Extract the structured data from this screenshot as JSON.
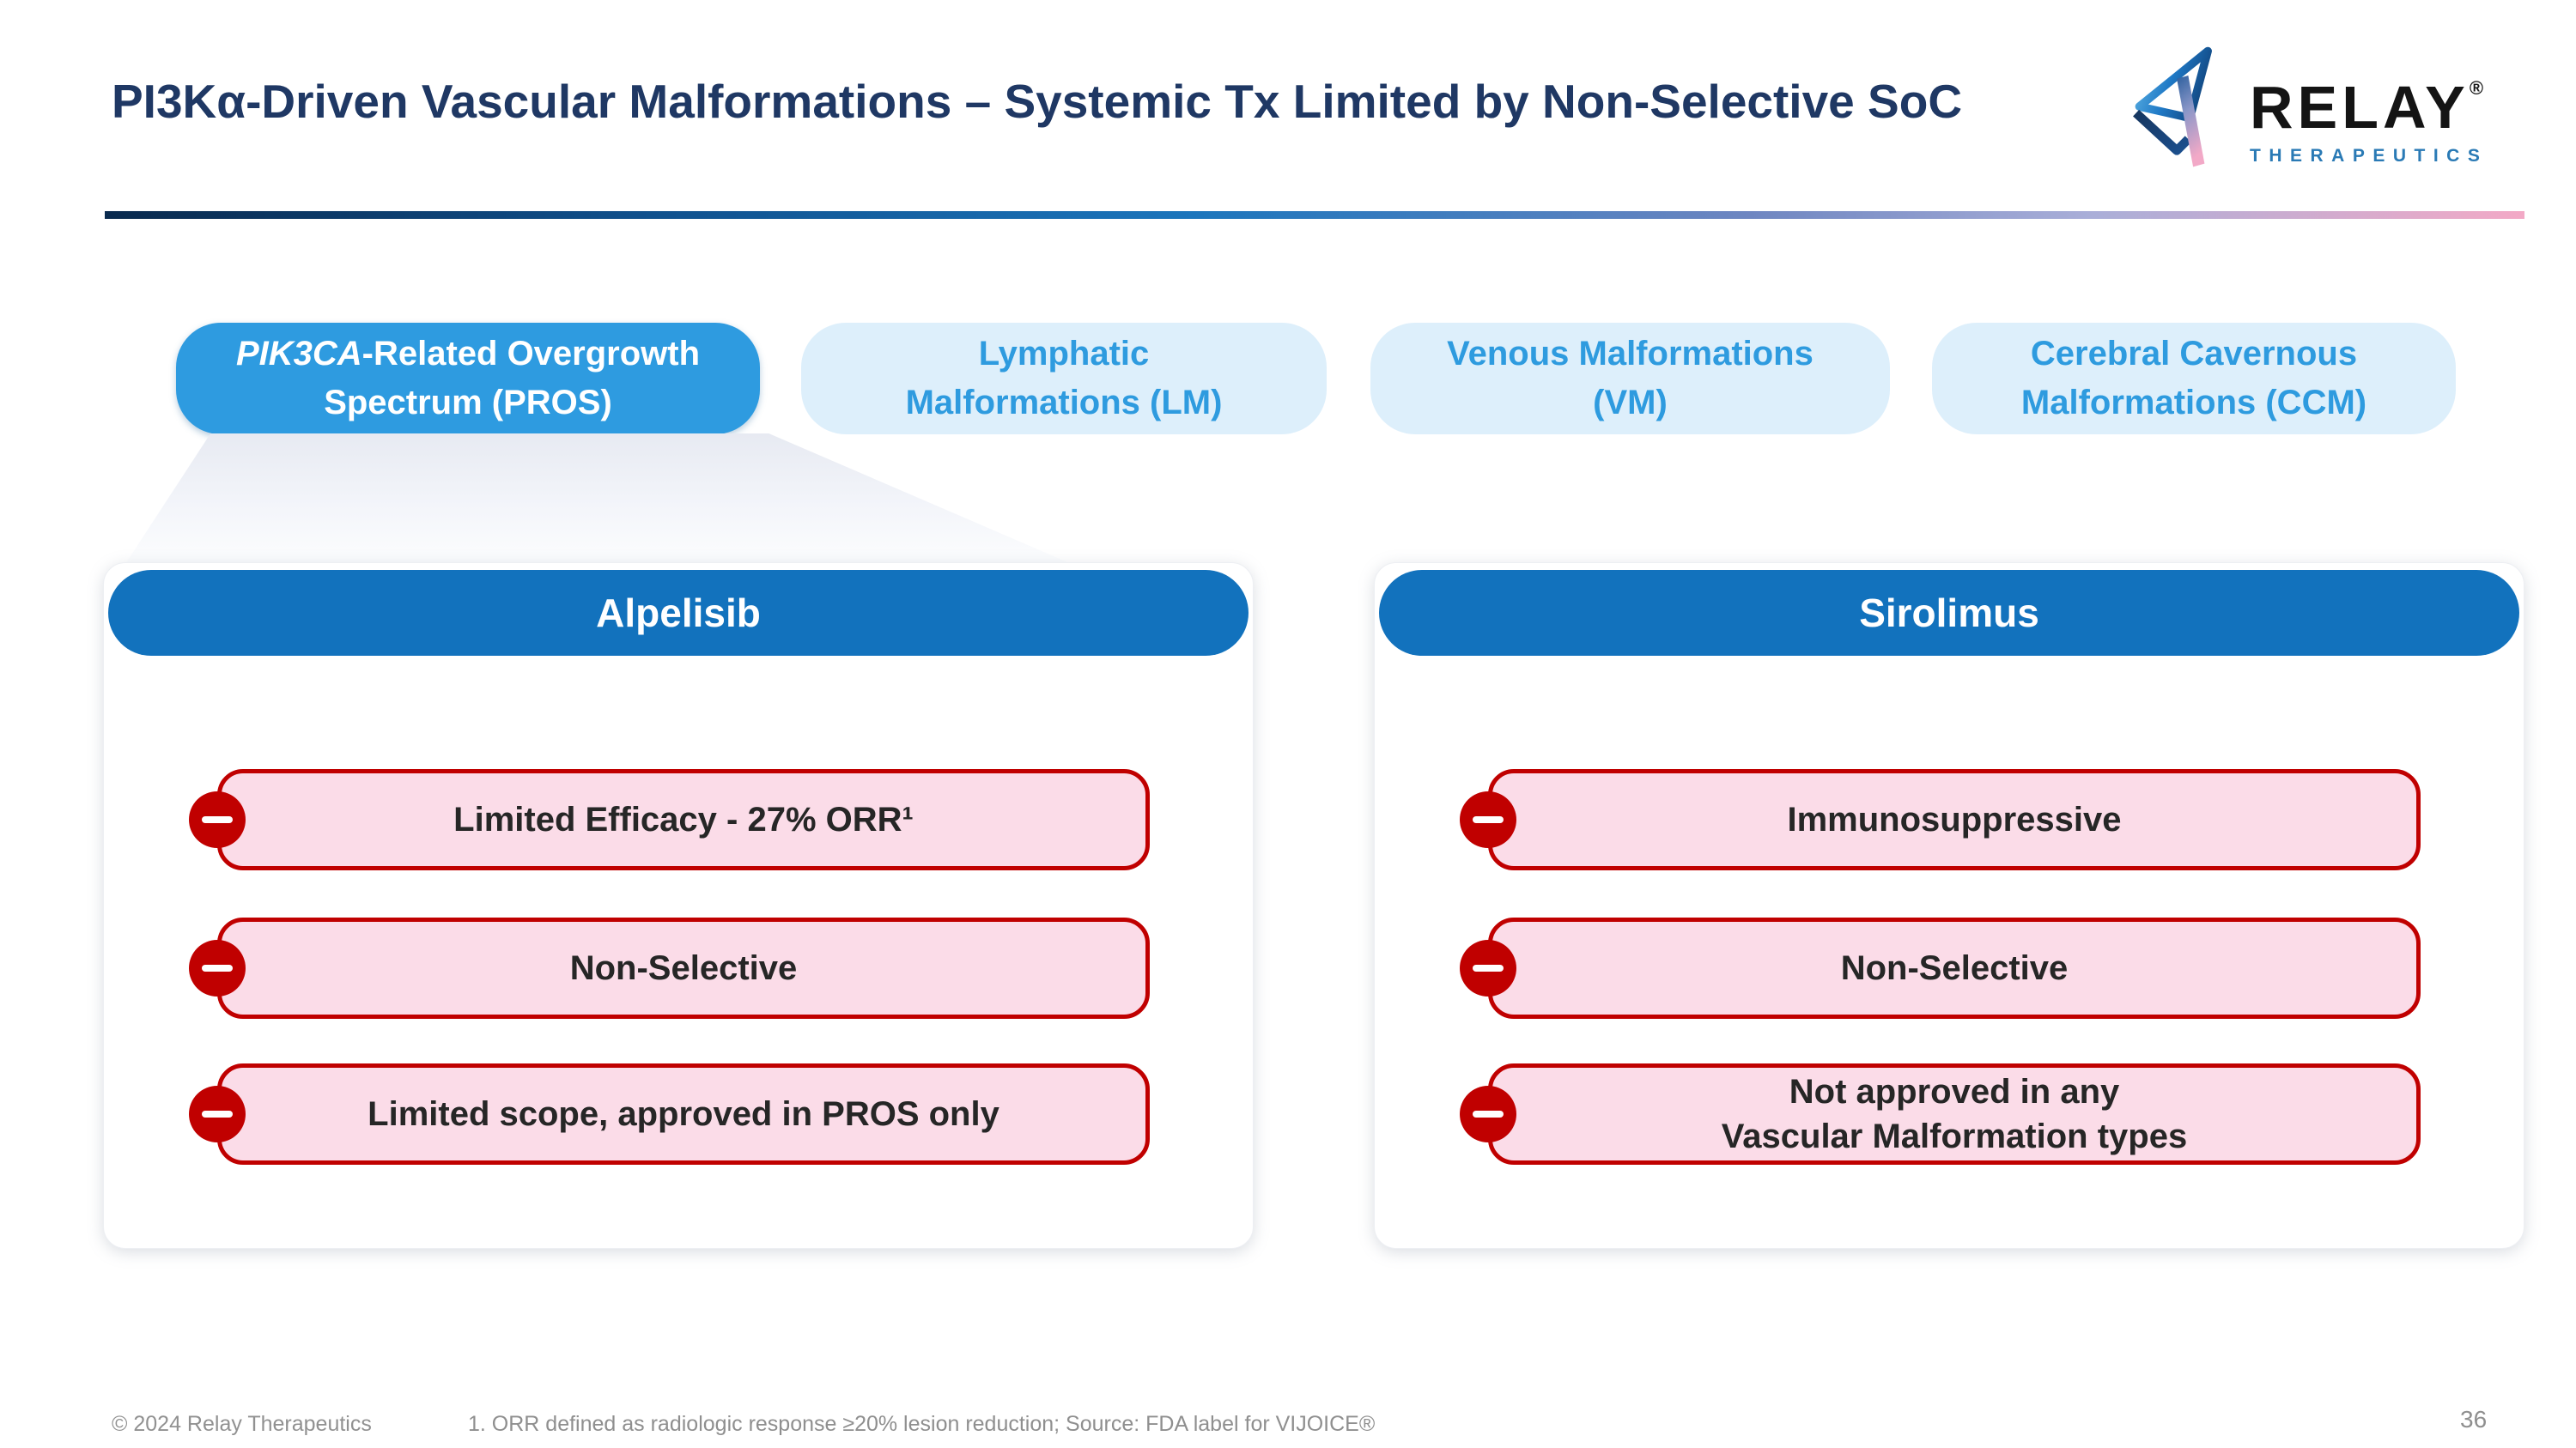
{
  "slide": {
    "title": "PI3Kα-Driven Vascular Malformations – Systemic Tx Limited by Non-Selective SoC",
    "copyright": "© 2024 Relay Therapeutics",
    "footnote": "1. ORR defined as radiologic response ≥20% lesion reduction; Source: FDA label for VIJOICE®",
    "page_number": "36"
  },
  "logo": {
    "brand": "RELAY",
    "registered": "®",
    "subbrand": "THERAPEUTICS"
  },
  "tabs": [
    {
      "id": "pros",
      "active": true,
      "label_italic": "PIK3CA",
      "label_rest": "-Related Overgrowth",
      "label_line2": "Spectrum (PROS)"
    },
    {
      "id": "lm",
      "active": false,
      "line1": "Lymphatic",
      "line2": "Malformations (LM)"
    },
    {
      "id": "vm",
      "active": false,
      "line1": "Venous Malformations",
      "line2": "(VM)"
    },
    {
      "id": "ccm",
      "active": false,
      "line1": "Cerebral Cavernous",
      "line2": "Malformations (CCM)"
    }
  ],
  "cards": [
    {
      "title": "Alpelisib",
      "items": [
        "Limited Efficacy - 27% ORR¹",
        "Non-Selective",
        "Limited scope, approved in PROS only"
      ]
    },
    {
      "title": "Sirolimus",
      "items": [
        "Immunosuppressive",
        "Non-Selective",
        "Not approved in any\nVascular Malformation types"
      ]
    }
  ],
  "colors": {
    "title_navy": "#1f3864",
    "active_tab_blue": "#2e9be0",
    "idle_tab_bg": "#ddeffb",
    "idle_tab_text": "#2e9bdf",
    "card_header_blue": "#1272bd",
    "limitation_red": "#c00000",
    "limitation_pink_bg": "#fbdce8",
    "divider_gradient_start": "#0a2a4e",
    "divider_gradient_mid": "#1b75bc",
    "divider_gradient_end": "#f3a9c6",
    "logo_subbrand_blue": "#2a7ab5"
  }
}
